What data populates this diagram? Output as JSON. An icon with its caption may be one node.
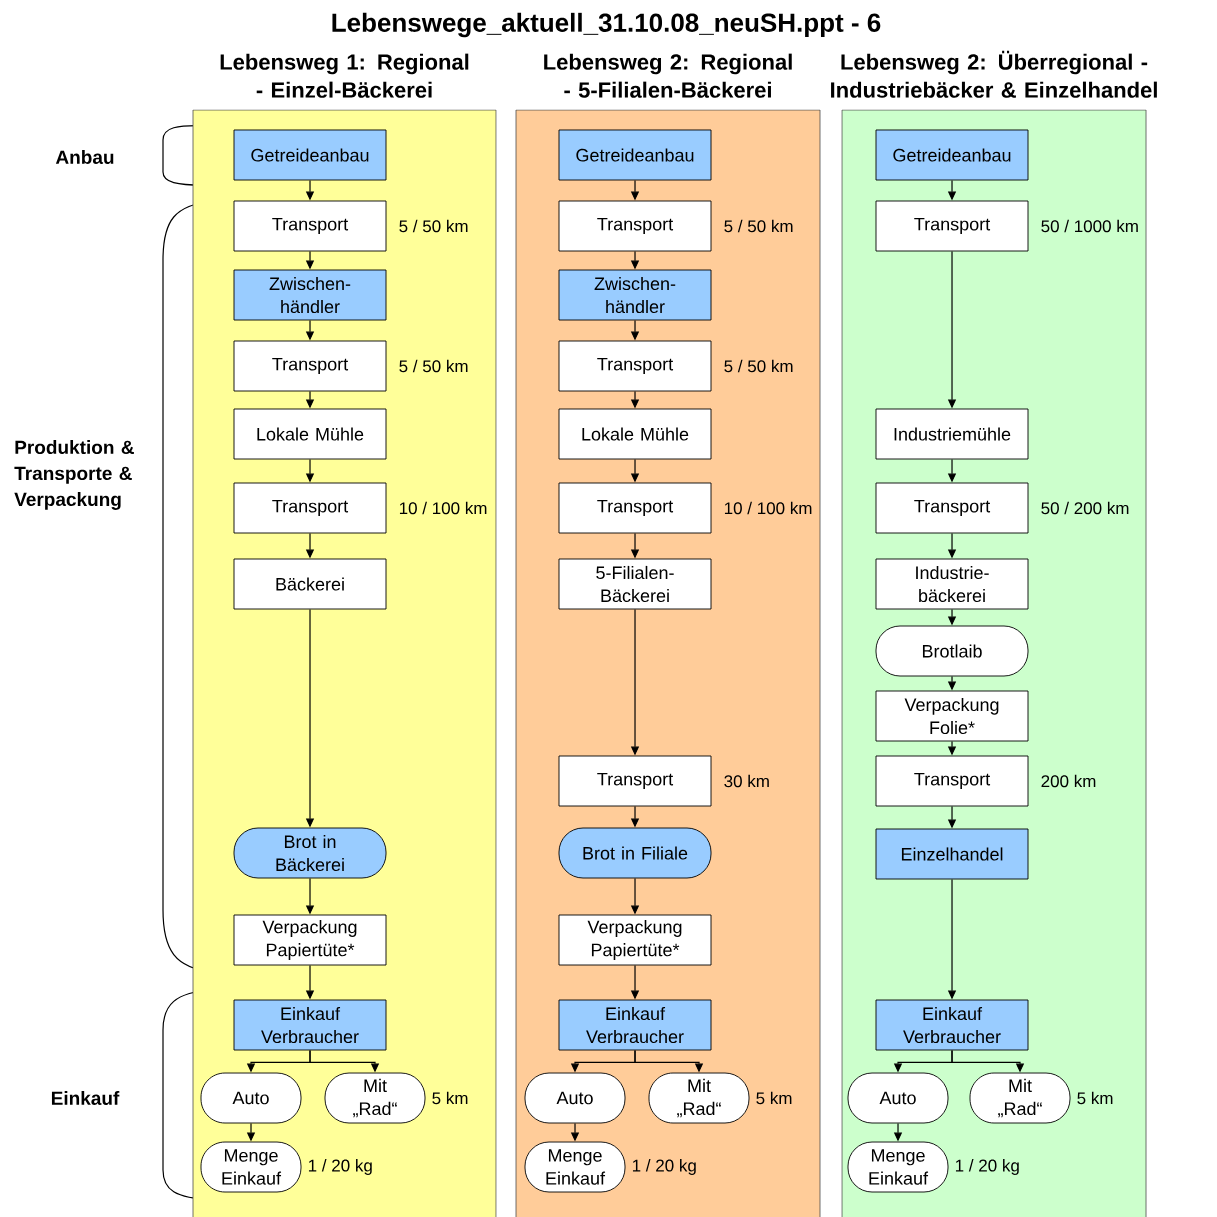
{
  "diagram": {
    "title": "Lebenswege_aktuell_31.10.08_neuSH.ppt - 6",
    "nodes": [
      {
        "text": [
          "Lebensweg 1: Regional - Einzel-Bäckerei"
        ]
      },
      {
        "text": [
          "Getreideanbau"
        ],
        "in": 0
      },
      {
        "text": [
          "Transport"
        ],
        "in": 0,
        "beside": [
          "5 / 50 km"
        ]
      },
      {
        "text": [
          "Zwischen- händler"
        ],
        "in": 0
      },
      {
        "text": [
          "Transport"
        ],
        "in": 0,
        "beside": [
          "5 / 50 km"
        ]
      },
      {
        "text": [
          "Lokale Mühle"
        ],
        "in": 0
      },
      {
        "text": [
          "Transport"
        ],
        "in": 0,
        "beside": [
          "10 / 100 km"
        ]
      },
      {
        "text": [
          "Bäckerei"
        ],
        "in": 0
      },
      {
        "text": [
          "Brot in Bäckerei"
        ],
        "in": 0
      },
      {
        "text": [
          "Verpackung Papiertüte*"
        ],
        "in": 0
      },
      {
        "text": [
          "Einkauf Verbraucher"
        ],
        "in": 0
      },
      {
        "text": [
          "Auto"
        ],
        "in": 0
      },
      {
        "text": [
          "Mit „Rad“"
        ],
        "in": 0,
        "beside": [
          "5 km"
        ]
      },
      {
        "text": [
          "Menge Einkauf"
        ],
        "in": 0,
        "beside": [
          "1 / 20 kg"
        ]
      },
      {
        "text": [
          "Lebensweg 2: Regional - 5-Filialen-Bäckerei"
        ]
      },
      {
        "text": [
          "Getreideanbau"
        ],
        "in": 14
      },
      {
        "text": [
          "Transport"
        ],
        "in": 14,
        "beside": [
          "5 /  50 km"
        ]
      },
      {
        "text": [
          "Zwischen- händler"
        ],
        "in": 14
      },
      {
        "text": [
          "Transport"
        ],
        "in": 14,
        "beside": [
          "5 /  50 km"
        ]
      },
      {
        "text": [
          "Lokale Mühle"
        ],
        "in": 14
      },
      {
        "text": [
          "Transport"
        ],
        "in": 14,
        "beside": [
          "10 /  100 km"
        ]
      },
      {
        "text": [
          "5-Filialen- Bäckerei"
        ],
        "in": 14
      },
      {
        "text": [
          "Transport"
        ],
        "in": 14,
        "beside": [
          "30 km"
        ]
      },
      {
        "text": [
          "Brot in Filiale"
        ],
        "in": 14
      },
      {
        "text": [
          "Verpackung Papiertüte*"
        ],
        "in": 14
      },
      {
        "text": [
          "Einkauf Verbraucher"
        ],
        "in": 14
      },
      {
        "text": [
          "Auto"
        ],
        "in": 14
      },
      {
        "text": [
          "Mit „Rad“"
        ],
        "in": 14,
        "beside": [
          "5 km"
        ]
      },
      {
        "text": [
          "Menge Einkauf"
        ],
        "in": 14,
        "beside": [
          "1 / 20 kg"
        ]
      },
      {
        "text": [
          "Lebensweg 2: Überregional - Industriebäcker & Einzelhandel"
        ]
      },
      {
        "text": [
          "Getreideanbau"
        ],
        "in": 29
      },
      {
        "text": [
          "Transport"
        ],
        "in": 29,
        "beside": [
          "50 / 1000 km"
        ]
      },
      {
        "text": [
          "Industriemühle"
        ],
        "in": 29
      },
      {
        "text": [
          "Transport"
        ],
        "in": 29,
        "beside": [
          "50 / 200 km"
        ]
      },
      {
        "text": [
          "Industrie- bäckerei"
        ],
        "in": 29
      },
      {
        "text": [
          "Brotlaib"
        ],
        "in": 29
      },
      {
        "text": [
          "Verpackung Folie*"
        ],
        "in": 29
      },
      {
        "text": [
          "Transport"
        ],
        "in": 29,
        "beside": [
          "200 km"
        ]
      },
      {
        "text": [
          "Einzelhandel"
        ],
        "in": 29
      },
      {
        "text": [
          "Einkauf Verbraucher"
        ],
        "in": 29
      },
      {
        "text": [
          "Auto"
        ],
        "in": 29
      },
      {
        "text": [
          "Mit „Rad“"
        ],
        "in": 29,
        "beside": [
          "5 km"
        ]
      },
      {
        "text": [
          "Menge Einkauf"
        ],
        "in": 29,
        "beside": [
          "1 / 20 kg"
        ]
      }
    ],
    "edges": [
      {
        "from": 1,
        "to": 2,
        "arrow": "to"
      },
      {
        "from": 2,
        "to": 3,
        "arrow": "to"
      },
      {
        "from": 3,
        "to": 4,
        "arrow": "to"
      },
      {
        "from": 4,
        "to": 5,
        "arrow": "to"
      },
      {
        "from": 5,
        "to": 6,
        "arrow": "to"
      },
      {
        "from": 6,
        "to": 7,
        "arrow": "to"
      },
      {
        "from": 7,
        "to": 8,
        "arrow": "to"
      },
      {
        "from": 8,
        "to": 9,
        "arrow": "to"
      },
      {
        "from": 9,
        "to": 10,
        "arrow": "to"
      },
      {
        "from": 10,
        "to": 11,
        "arrow": "to"
      },
      {
        "from": 10,
        "to": 12,
        "arrow": "to"
      },
      {
        "from": 11,
        "to": 13,
        "arrow": "to"
      },
      {
        "from": 15,
        "to": 16,
        "arrow": "to"
      },
      {
        "from": 16,
        "to": 17,
        "arrow": "to"
      },
      {
        "from": 17,
        "to": 18,
        "arrow": "to"
      },
      {
        "from": 18,
        "to": 19,
        "arrow": "to"
      },
      {
        "from": 19,
        "to": 20,
        "arrow": "to"
      },
      {
        "from": 20,
        "to": 21,
        "arrow": "to"
      },
      {
        "from": 21,
        "to": 22,
        "arrow": "to"
      },
      {
        "from": 22,
        "to": 23,
        "arrow": "to"
      },
      {
        "from": 23,
        "to": 24,
        "arrow": "to"
      },
      {
        "from": 24,
        "to": 25,
        "arrow": "to"
      },
      {
        "from": 25,
        "to": 26,
        "arrow": "to"
      },
      {
        "from": 25,
        "to": 27,
        "arrow": "to"
      },
      {
        "from": 26,
        "to": 28,
        "arrow": "to"
      },
      {
        "from": 30,
        "to": 31,
        "arrow": "to"
      },
      {
        "from": 31,
        "to": 32,
        "arrow": "to"
      },
      {
        "from": 32,
        "to": 33,
        "arrow": "to"
      },
      {
        "from": 33,
        "to": 34,
        "arrow": "to"
      },
      {
        "from": 34,
        "to": 35,
        "arrow": "to"
      },
      {
        "from": 35,
        "to": 36,
        "arrow": "to"
      },
      {
        "from": 36,
        "to": 37,
        "arrow": "to"
      },
      {
        "from": 37,
        "to": 38,
        "arrow": "to"
      },
      {
        "from": 38,
        "to": 39,
        "arrow": "to"
      },
      {
        "from": 39,
        "to": 40,
        "arrow": "to"
      },
      {
        "from": 39,
        "to": 41,
        "arrow": "to"
      },
      {
        "from": 40,
        "to": 42,
        "arrow": "to"
      }
    ],
    "labels": [
      "Anbau",
      "Produktion & Transporte & Verpackung",
      "Einkauf"
    ]
  }
}
